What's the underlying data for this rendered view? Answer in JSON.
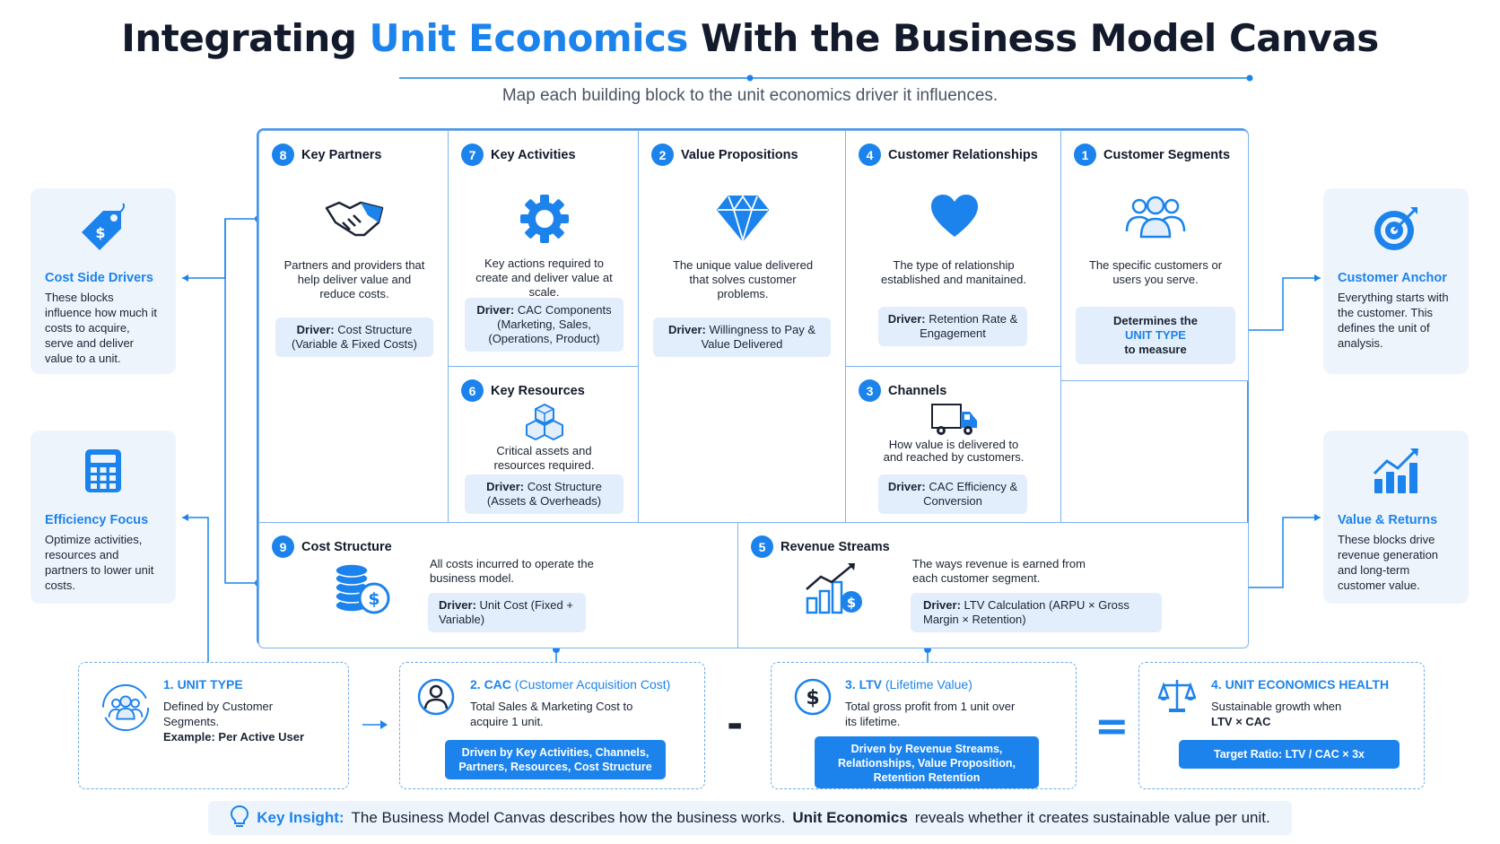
{
  "title": {
    "part1": "Integrating ",
    "highlight": "Unit Economics",
    "part2": " With the Business Model Canvas"
  },
  "subtitle": "Map each building block to the unit economics driver it influences.",
  "colors": {
    "accent": "#1c83ec",
    "dark": "#121a2b",
    "light_panel": "#eef4fc",
    "driver_bg": "#e3eefc"
  },
  "side": {
    "cost": {
      "icon": "price-tag-icon",
      "title": "Cost Side Drivers",
      "text": "These blocks influence how much it costs to acquire, serve and deliver value to a unit."
    },
    "efficiency": {
      "icon": "calculator-icon",
      "title": "Efficiency Focus",
      "text": "Optimize activities, resources and partners to lower unit costs."
    },
    "anchor": {
      "icon": "target-icon",
      "title": "Customer Anchor",
      "text": "Everything starts with the customer. This defines the unit of analysis."
    },
    "value": {
      "icon": "growth-chart-icon",
      "title": "Value & Returns",
      "text": "These blocks drive revenue generation and long-term customer value."
    }
  },
  "blocks": {
    "partners": {
      "num": "8",
      "title": "Key Partners",
      "icon": "handshake-icon",
      "desc": "Partners and providers that help deliver value and reduce costs.",
      "driver_label": "Driver:",
      "driver": "Cost Structure (Variable & Fixed Costs)"
    },
    "activities": {
      "num": "7",
      "title": "Key Activities",
      "icon": "gear-icon",
      "desc": "Key actions required to create and deliver value at scale.",
      "driver_label": "Driver:",
      "driver": "CAC Components (Marketing, Sales, (Operations, Product)"
    },
    "resources": {
      "num": "6",
      "title": "Key Resources",
      "icon": "cubes-icon",
      "desc": "Critical assets and resources required.",
      "driver_label": "Driver:",
      "driver": "Cost Structure (Assets & Overheads)"
    },
    "value_prop": {
      "num": "2",
      "title": "Value Propositions",
      "icon": "diamond-icon",
      "desc": "The unique value delivered that solves customer problems.",
      "driver_label": "Driver:",
      "driver": "Willingness to Pay & Value Delivered"
    },
    "relationships": {
      "num": "4",
      "title": "Customer Relationships",
      "icon": "heart-icon",
      "desc": "The type of relationship established and manitained.",
      "driver_label": "Driver:",
      "driver": "Retention Rate & Engagement"
    },
    "channels": {
      "num": "3",
      "title": "Channels",
      "icon": "delivery-truck-icon",
      "desc": "How value is delivered to and reached by customers.",
      "driver_label": "Driver:",
      "driver": "CAC Efficiency & Conversion"
    },
    "segments": {
      "num": "1",
      "title": "Customer Segments",
      "icon": "user-group-icon",
      "desc": "The specific customers or users you serve.",
      "driver_line1": "Determines the",
      "driver_accent": "UNIT TYPE",
      "driver_line3": "to measure"
    },
    "cost": {
      "num": "9",
      "title": "Cost Structure",
      "icon": "coins-icon",
      "desc": "All costs incurred to operate the business model.",
      "driver_label": "Driver:",
      "driver": "Unit Cost (Fixed + Variable)"
    },
    "revenue": {
      "num": "5",
      "title": "Revenue Streams",
      "icon": "revenue-chart-icon",
      "desc": "The ways revenue is earned from each customer segment.",
      "driver_label": "Driver:",
      "driver": "LTV Calculation (ARPU × Gross Margin × Retention)"
    }
  },
  "formula": {
    "unit": {
      "icon": "users-circle-icon",
      "title": "1. UNIT TYPE",
      "text": "Defined by Customer Segments.",
      "example": "Example: Per Active User"
    },
    "cac": {
      "icon": "user-circle-icon",
      "title": "2. CAC",
      "title_thin": " (Customer Acquisition Cost)",
      "text": "Total Sales & Marketing Cost to acquire 1 unit.",
      "button": "Driven by Key Activities, Channels, Partners, Resources, Cost Structure"
    },
    "minus": "-",
    "ltv": {
      "icon": "dollar-circle-icon",
      "title": "3. LTV",
      "title_thin": " (Lifetime Value)",
      "text": "Total gross profit from 1 unit over its lifetime.",
      "button": "Driven by Revenue Streams, Relationships, Value Proposition, Retention    Retention"
    },
    "equals": "=",
    "health": {
      "icon": "scale-icon",
      "title": "4. UNIT ECONOMICS HEALTH",
      "text": "Sustainable growth when",
      "formula_text": "LTV × CAC",
      "button": "Target Ratio: LTV / CAC × 3x"
    }
  },
  "insight": {
    "label": "Key Insight:",
    "t1": "The Business Model Canvas describes how the business works.",
    "bold": "Unit Economics",
    "t2": "reveals whether it creates sustainable value per unit."
  }
}
